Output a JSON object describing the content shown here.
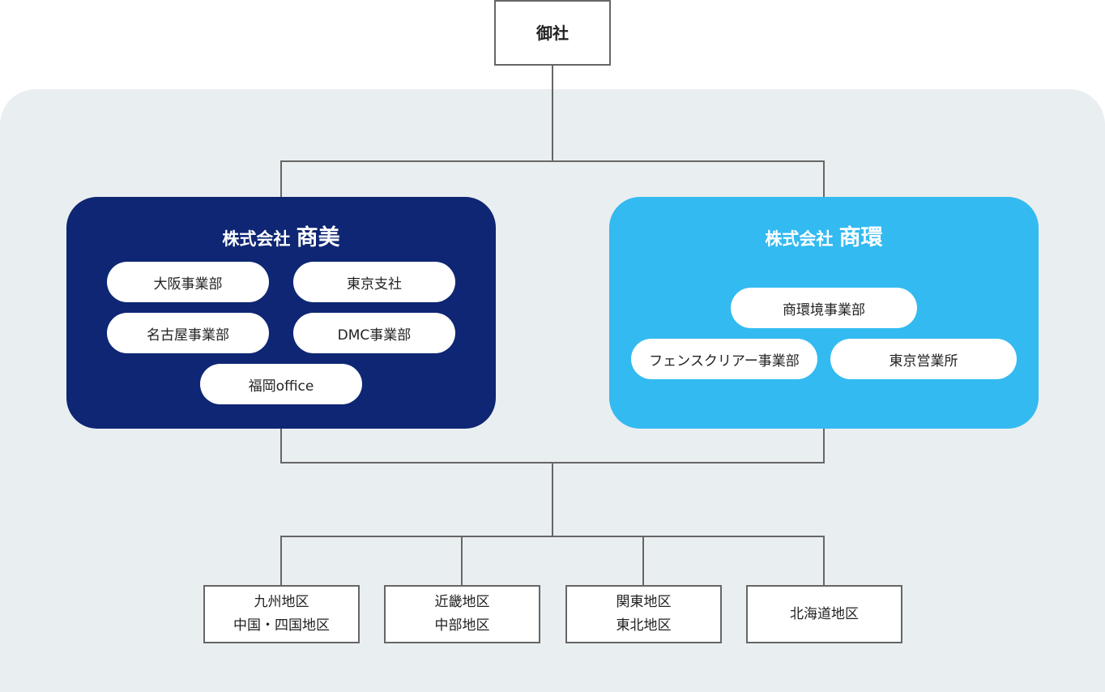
{
  "top": {
    "label": "御社"
  },
  "shobi": {
    "prefix": "株式会社",
    "name": "商美",
    "units": [
      "大阪事業部",
      "東京支社",
      "名古屋事業部",
      "DMC事業部",
      "福岡office"
    ]
  },
  "shokan": {
    "prefix": "株式会社",
    "name": "商環",
    "units": [
      "商環境事業部",
      "フェンスクリアー事業部",
      "東京営業所"
    ]
  },
  "regions": [
    {
      "line1": "九州地区",
      "line2": "中国・四国地区"
    },
    {
      "line1": "近畿地区",
      "line2": "中部地区"
    },
    {
      "line1": "関東地区",
      "line2": "東北地区"
    },
    {
      "line1": "北海道地区",
      "line2": ""
    }
  ],
  "colors": {
    "shobi": "#0e2673",
    "shokan": "#33baf1",
    "panel": "#e9eef1",
    "line": "#666666"
  }
}
